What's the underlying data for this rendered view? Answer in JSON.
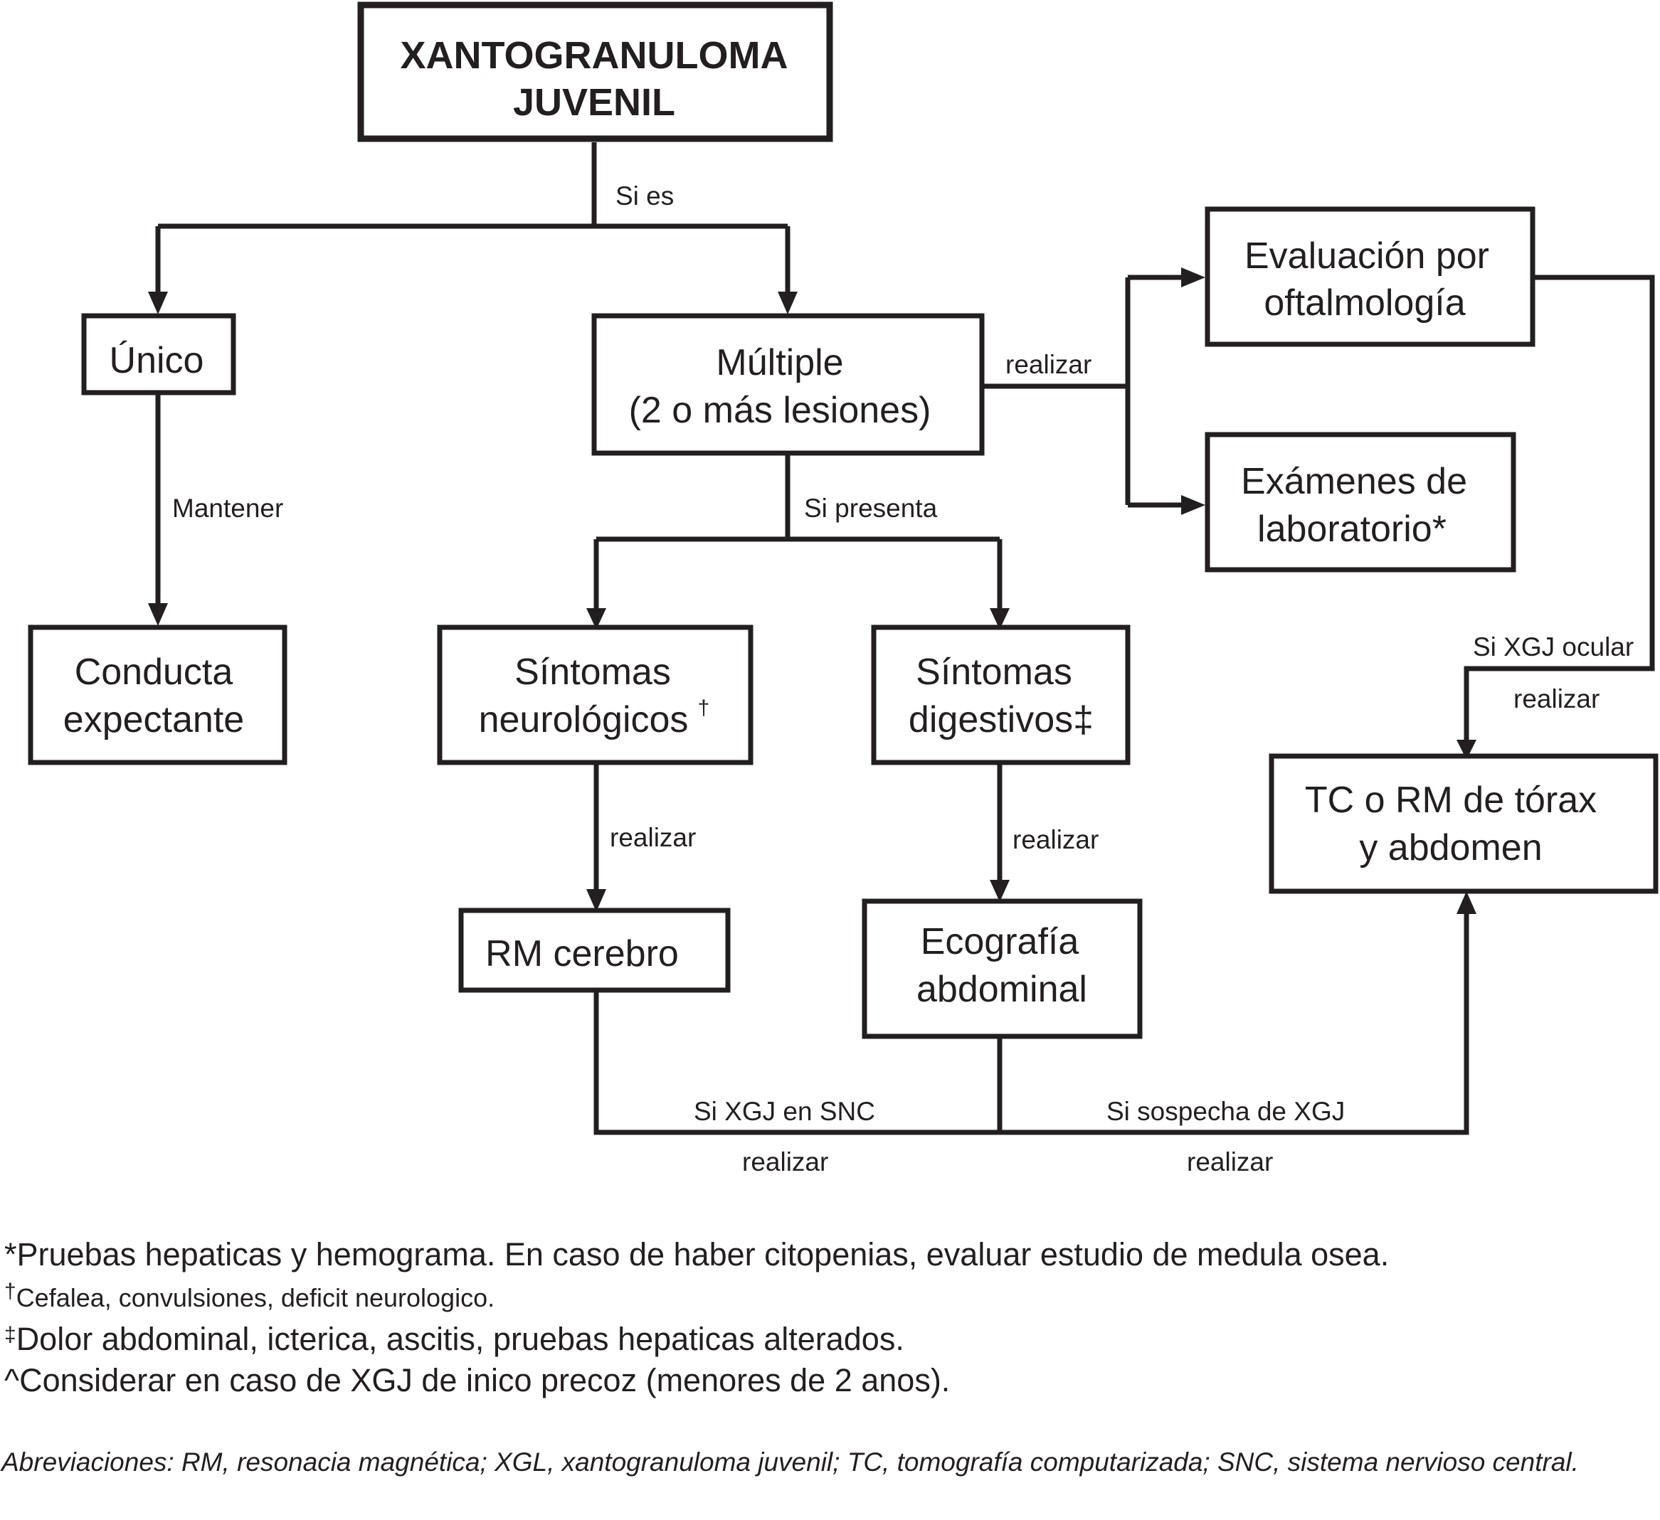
{
  "nodes": {
    "root": [
      "XANTOGRANULOMA",
      "JUVENIL"
    ],
    "unico": [
      "Único"
    ],
    "multiple": [
      "Múltiple",
      "(2 o más lesiones)"
    ],
    "conducta": [
      "Conducta",
      "expectante"
    ],
    "oftalmologia": [
      "Evaluación por",
      "oftalmología"
    ],
    "laboratorio": [
      "Exámenes de",
      "laboratorio*"
    ],
    "neuro": [
      "Síntomas",
      "neurológicos",
      "†"
    ],
    "digestivos": [
      "Síntomas",
      "digestivos‡"
    ],
    "tc_rm": [
      "TC o RM de tórax",
      "y abdomen"
    ],
    "rm_cerebro": [
      "RM cerebro"
    ],
    "ecografia": [
      "Ecografía",
      "abdominal"
    ]
  },
  "edges": {
    "si_es": "Si es",
    "mantener": "Mantener",
    "realizar_multiple": "realizar",
    "si_presenta": "Si presenta",
    "si_xgj_ocular": "Si XGJ ocular",
    "realizar_ocular": "realizar",
    "realizar_neuro": "realizar",
    "realizar_digestivos": "realizar",
    "si_xgj_snc": "Si XGJ en SNC",
    "realizar_snc": "realizar",
    "si_sospecha": "Si sospecha de XGJ",
    "realizar_sospecha": "realizar"
  },
  "footnotes": {
    "asterisk": "*Pruebas hepaticas y hemograma. En caso de haber citopenias, evaluar estudio de medula osea.",
    "dagger_mark": "†",
    "dagger": "Cefalea, convulsiones, deficit neurologico.",
    "ddagger_mark": "‡",
    "ddagger": "Dolor abdominal, icterica, ascitis, pruebas hepaticas alterados.",
    "caret": "^Considerar en caso de XGJ de inico precoz (menores de 2 anos)."
  },
  "abbreviations": "Abreviaciones: RM, resonacia magnética; XGL, xantogranuloma juvenil; TC, tomografía computarizada; SNC, sistema nervioso central."
}
